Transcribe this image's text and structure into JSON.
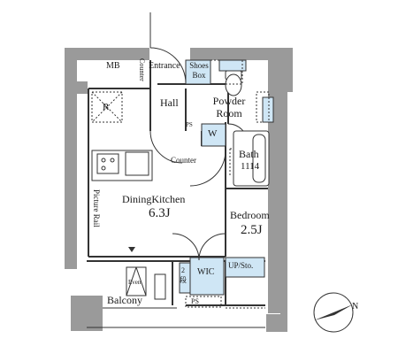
{
  "rooms": {
    "mb": "MB",
    "entrance": "Entrance",
    "shoes_box_line1": "Shoes",
    "shoes_box_line2": "Box",
    "counter_vertical": "Counter",
    "hall": "Hall",
    "powder_room_line1": "Powder",
    "powder_room_line2": "Room",
    "refrigerator": "R",
    "ps_top": "PS",
    "washer": "W",
    "counter": "Counter",
    "bath": "Bath",
    "bath_size": "1114",
    "picture_rail": "Picture Rail",
    "dining_kitchen": "DiningKitchen",
    "dining_kitchen_size": "6.3J",
    "bedroom": "Bedroom",
    "bedroom_size": "2.5J",
    "up_sto": "UP/Sto.",
    "wic": "WIC",
    "shelf_2": "2",
    "shelf_dan": "段",
    "even": "Even",
    "balcony": "Balcony",
    "ps_bottom": "PS"
  },
  "compass": {
    "north": "N"
  },
  "colors": {
    "wall": "#9a9a9a",
    "storage": "#cfe6f5",
    "line": "#333333"
  }
}
